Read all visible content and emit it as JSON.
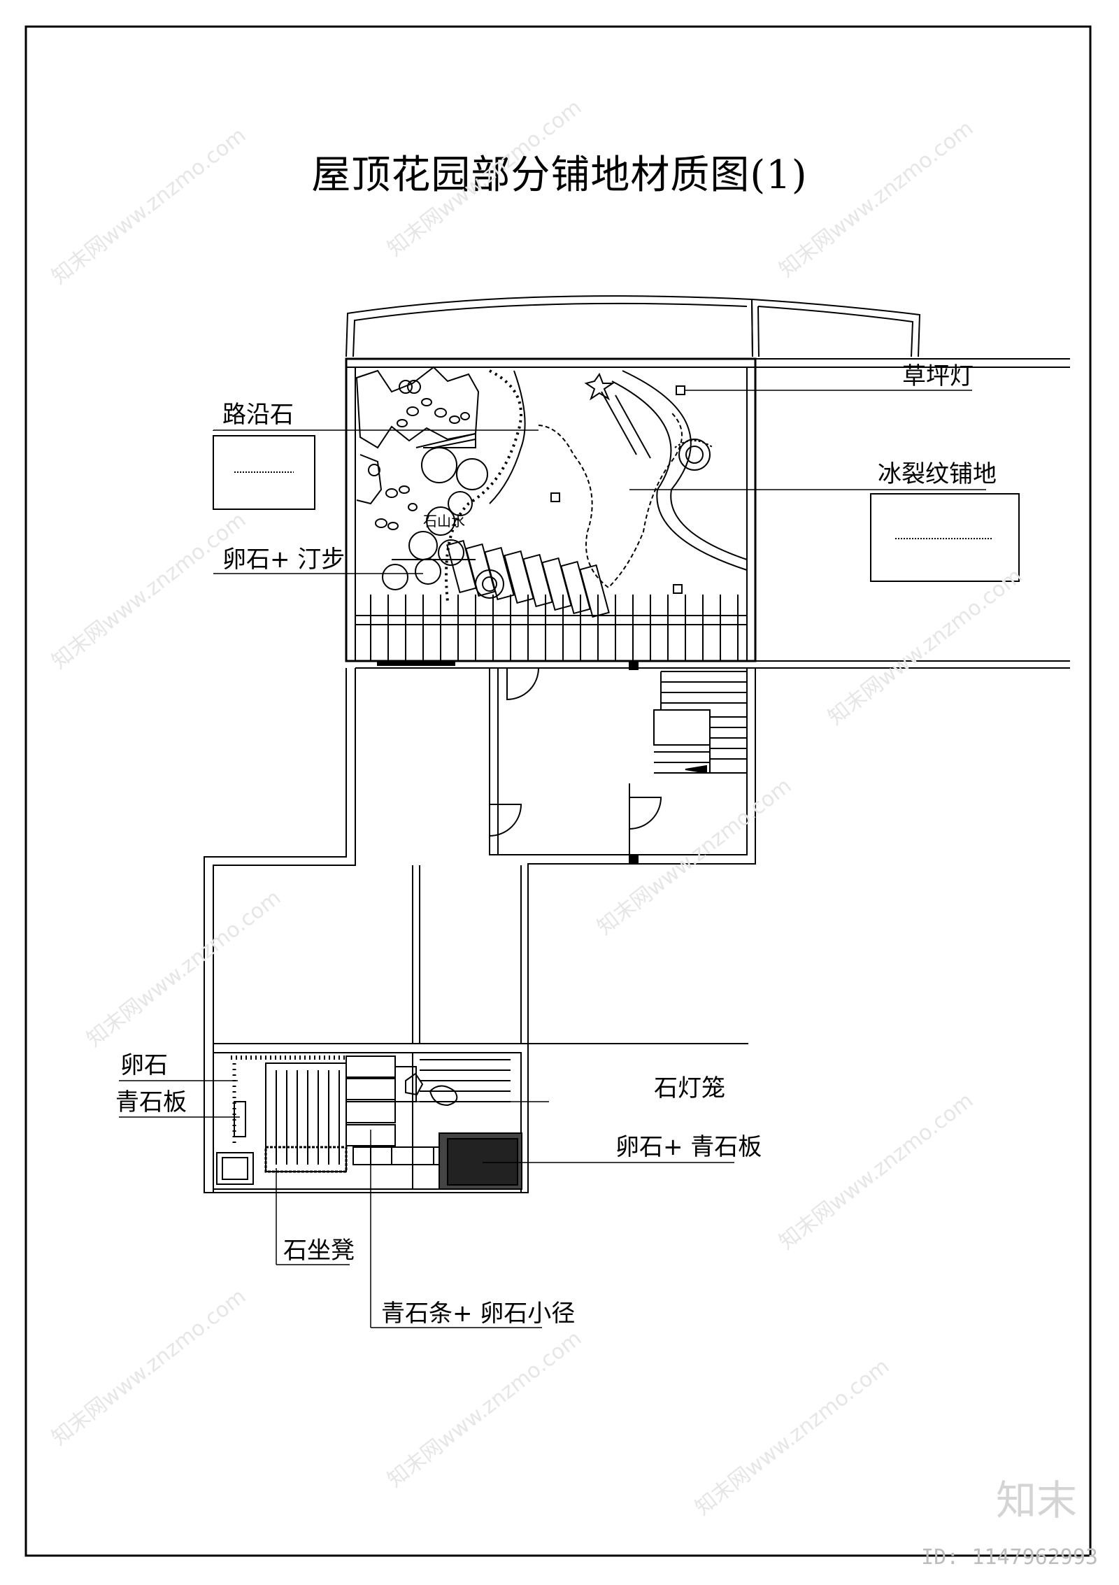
{
  "drawing": {
    "title": "屋顶花园部分铺地材质图(1)",
    "labels": {
      "curb_stone": "路沿石",
      "lawn_light": "草坪灯",
      "cracked_paving": "冰裂纹铺地",
      "pebble_stepping": "卵石+ 汀步",
      "rockery": "石山水",
      "pebble": "卵石",
      "bluestone_slab": "青石板",
      "stone_lantern": "石灯笼",
      "pebble_bluestone": "卵石+ 青石板",
      "stone_stool": "石坐凳",
      "bluestone_pebble_path": "青石条+ 卵石小径"
    }
  },
  "watermark": {
    "text": "知末网www.znzmo.com",
    "brand": "知末",
    "id": "ID: 1147962993"
  }
}
